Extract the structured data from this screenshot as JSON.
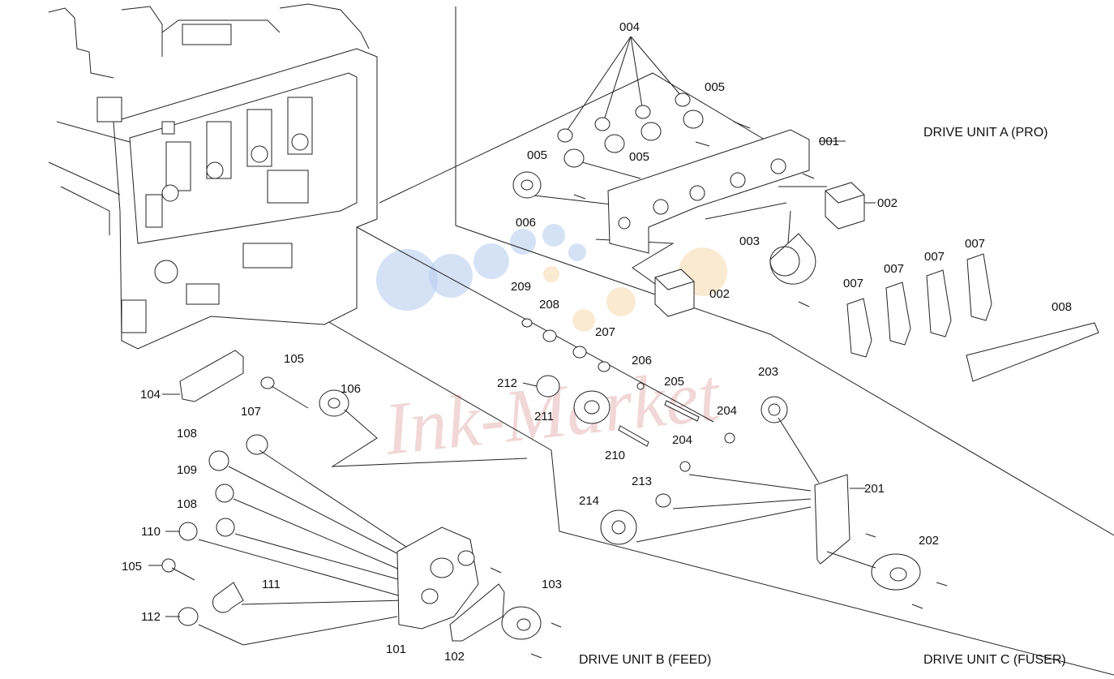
{
  "sections": {
    "drive_a": "DRIVE UNIT A (PRO)",
    "drive_b": "DRIVE UNIT B (FEED)",
    "drive_c": "DRIVE UNIT C (FUSER)"
  },
  "watermark": "Ink-Market",
  "callouts": {
    "c004": "004",
    "c005a": "005",
    "c005b": "005",
    "c005c": "005",
    "c001": "001",
    "c002a": "002",
    "c002b": "002",
    "c006": "006",
    "c003": "003",
    "c007a": "007",
    "c007b": "007",
    "c007c": "007",
    "c007d": "007",
    "c008": "008",
    "c209": "209",
    "c208": "208",
    "c207": "207",
    "c206": "206",
    "c205": "205",
    "c204a": "204",
    "c204b": "204",
    "c203": "203",
    "c212": "212",
    "c211": "211",
    "c210": "210",
    "c213": "213",
    "c214": "214",
    "c201": "201",
    "c202": "202",
    "c104": "104",
    "c105a": "105",
    "c106": "106",
    "c107": "107",
    "c108a": "108",
    "c109": "109",
    "c108b": "108",
    "c110": "110",
    "c105b": "105",
    "c111": "111",
    "c112": "112",
    "c101": "101",
    "c102": "102",
    "c103": "103"
  },
  "colors": {
    "line": "#222222",
    "watermark_text": "#e7b8b8",
    "watermark_blue": "#b9cff0",
    "watermark_orange": "#f7dcb4"
  }
}
